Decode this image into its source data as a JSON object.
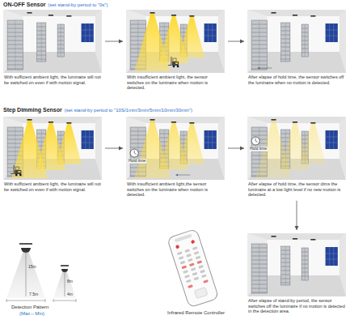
{
  "diagram": {
    "nodes": [
      {
        "text": [
          "With sufficient ambient light, the luminaire will not be switched on even if with motion signal."
        ]
      },
      {
        "text": [
          "With insufficient ambient light, the sensor switches on the luminaire when motion is detected."
        ]
      },
      {
        "text": [
          "After elapse of hold time, the sensor switches off the luminaire when no motion is detected."
        ]
      },
      {
        "text": [
          "With sufficient ambient light, the luminaire will not be switched on even if with motion signal."
        ]
      },
      {
        "text": [
          "With insufficient ambient light,the sensor switches on the luminaire when motion is detected."
        ]
      },
      {
        "text": [
          "After elapse of hold time, the sensor dims the luminaire at a low light level if no new motion is detected."
        ]
      },
      {
        "text": [
          "After elapse of stand-by period, the sensor switches off the luminaire if no motion is detected in the detection area."
        ]
      }
    ],
    "edges": [
      {
        "from": 0,
        "to": 1,
        "arrow": "to"
      },
      {
        "from": 1,
        "to": 2,
        "arrow": "to"
      },
      {
        "from": 3,
        "to": 4,
        "arrow": "to"
      },
      {
        "from": 4,
        "to": 5,
        "arrow": "to"
      },
      {
        "from": 5,
        "to": 6,
        "arrow": "to"
      }
    ],
    "labels": [
      "ON-OFF Sensor",
      "(set stand-by period to \"0s\")",
      "Step Dimming Sensor",
      "(set stand-by period to \"10S/1min/3min/5min/10min/30min\")",
      "Hold time",
      "Hold time",
      "15m",
      "7.5m",
      "8m",
      "4m",
      "Detection Pattern",
      "(Max↔Min)",
      "Infrared Remote Controller"
    ]
  }
}
